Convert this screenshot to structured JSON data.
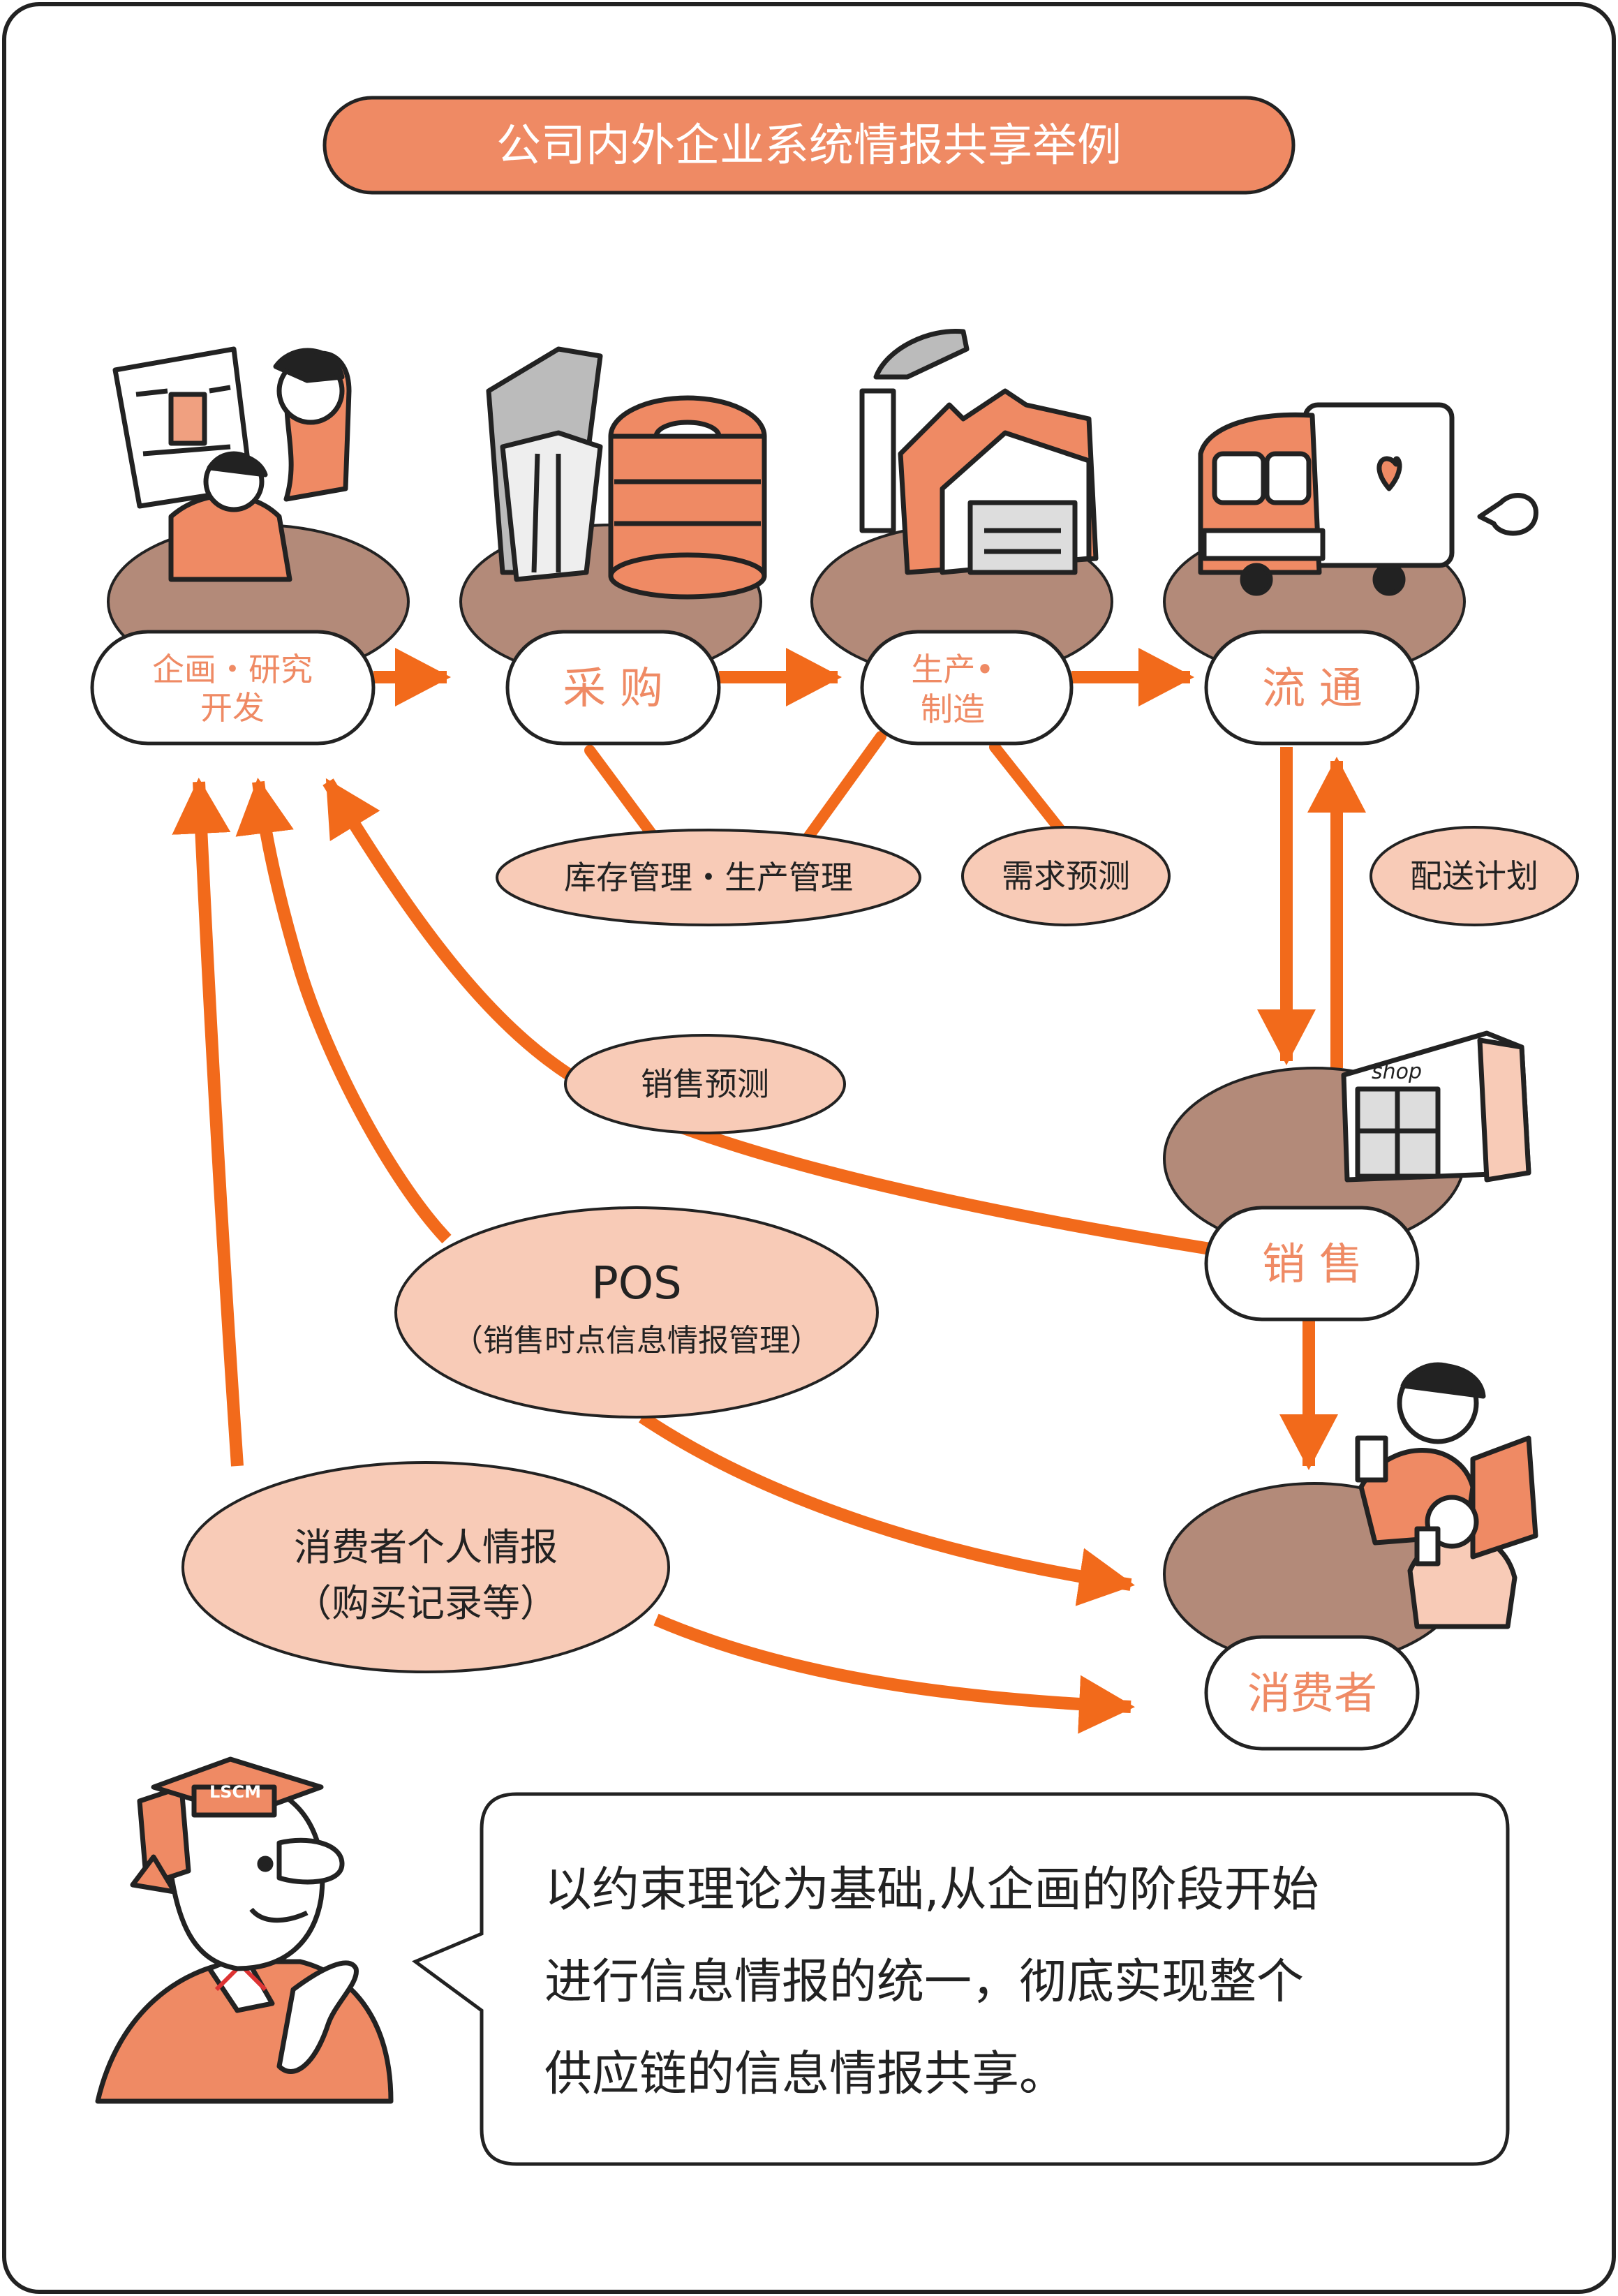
{
  "title": "公司内外企业系统情报共享举例",
  "colors": {
    "accent": "#ef8a64",
    "arrow": "#f26a1b",
    "ellipse_fill": "#f8cbb7",
    "base_fill": "#b38a79",
    "dark": "#222222"
  },
  "nodes": {
    "planning_line1": "企画・研究",
    "planning_line2": "开发",
    "purchasing": "采 购",
    "production_line1": "生产•",
    "production_line2": "制造",
    "distribution": "流 通",
    "sales": "销 售",
    "consumer": "消费者"
  },
  "info_labels": {
    "inventory": "库存管理・生产管理",
    "demand": "需求预测",
    "delivery": "配送计划",
    "sales_forecast": "销售预测",
    "pos_title": "POS",
    "pos_sub": "（销售时点信息情报管理）",
    "consumer_info_line1": "消费者个人情报",
    "consumer_info_line2": "（购买记录等）"
  },
  "mascot_badge": "LSCM",
  "speech": {
    "line1": "以约束理论为基础,从企画的阶段开始",
    "line2": "进行信息情报的统一，彻底实现整个",
    "line3": "供应链的信息情报共享。"
  },
  "icons": {
    "planning": "planning-illustration-icon",
    "purchasing": "materials-illustration-icon",
    "production": "factory-illustration-icon",
    "distribution": "truck-illustration-icon",
    "sales": "shop-illustration-icon",
    "consumer": "consumers-illustration-icon",
    "mascot": "professor-mascot-icon"
  }
}
